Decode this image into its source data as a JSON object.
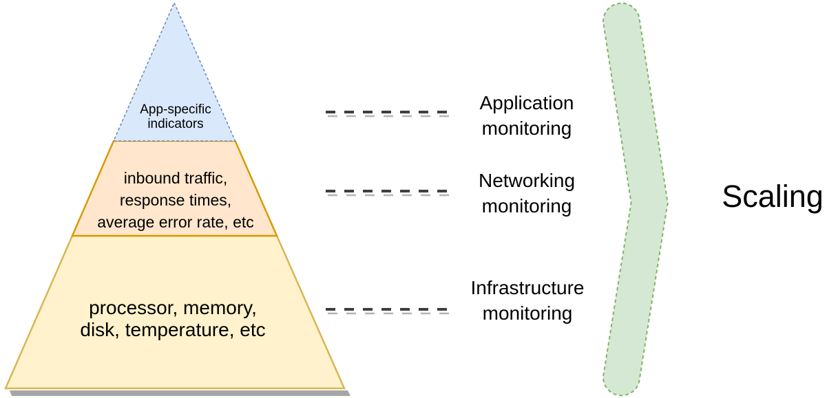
{
  "pyramid": {
    "shadow_color": "#a6a6a6",
    "levels": [
      {
        "name": "app-specific-indicators",
        "text": "App-specific\nindicators",
        "fill": "#dae8fc",
        "stroke": "#6c8ebf",
        "border_style": "dashed"
      },
      {
        "name": "network-metrics",
        "text": "inbound traffic,\nresponse times,\naverage error rate, etc",
        "fill": "#ffe6cc",
        "stroke": "#d79b00",
        "border_style": "solid"
      },
      {
        "name": "infrastructure-metrics",
        "text": "processor, memory,\ndisk, temperature, etc",
        "fill": "#fff2cc",
        "stroke": "#d6b656",
        "border_style": "solid"
      }
    ]
  },
  "annotations": [
    {
      "text": "Application\nmonitoring"
    },
    {
      "text": "Networking\nmonitoring"
    },
    {
      "text": "Infrastructure\nmonitoring"
    }
  ],
  "connectors": {
    "style": "dashed",
    "color": "#3f3f3f",
    "shadow_color": "#b3b3b3"
  },
  "brace": {
    "label": "Scaling",
    "fill": "#d5e8d4",
    "stroke": "#82b366",
    "border_style": "dashed"
  }
}
